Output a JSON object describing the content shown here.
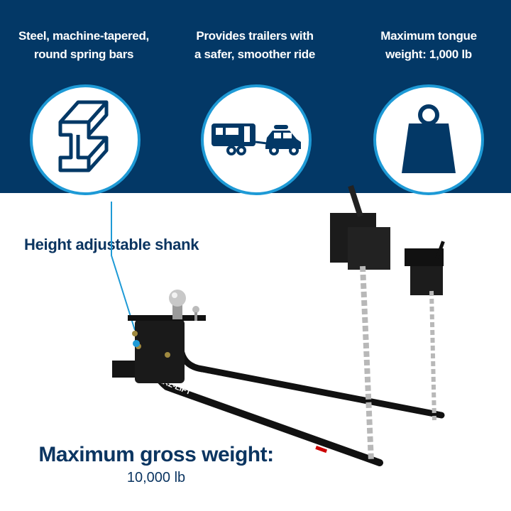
{
  "colors": {
    "navy": "#033866",
    "accent_blue": "#1e9ad6",
    "text_dark": "#0b3561"
  },
  "features": [
    {
      "text_line1": "Steel, machine-tapered,",
      "text_line2": "round spring bars",
      "icon": "steel-i-beam-icon"
    },
    {
      "text_line1": "Provides trailers with",
      "text_line2": "a safer, smoother ride",
      "icon": "car-towing-trailer-icon"
    },
    {
      "text_line1": "Maximum tongue",
      "text_line2": "weight: 1,000 lb",
      "icon": "weight-icon"
    }
  ],
  "callout": {
    "label": "Height adjustable shank"
  },
  "gross_weight": {
    "title": "Maximum gross weight:",
    "value": "10,000 lb"
  },
  "product": {
    "brand": "EAZ-LIFT"
  }
}
